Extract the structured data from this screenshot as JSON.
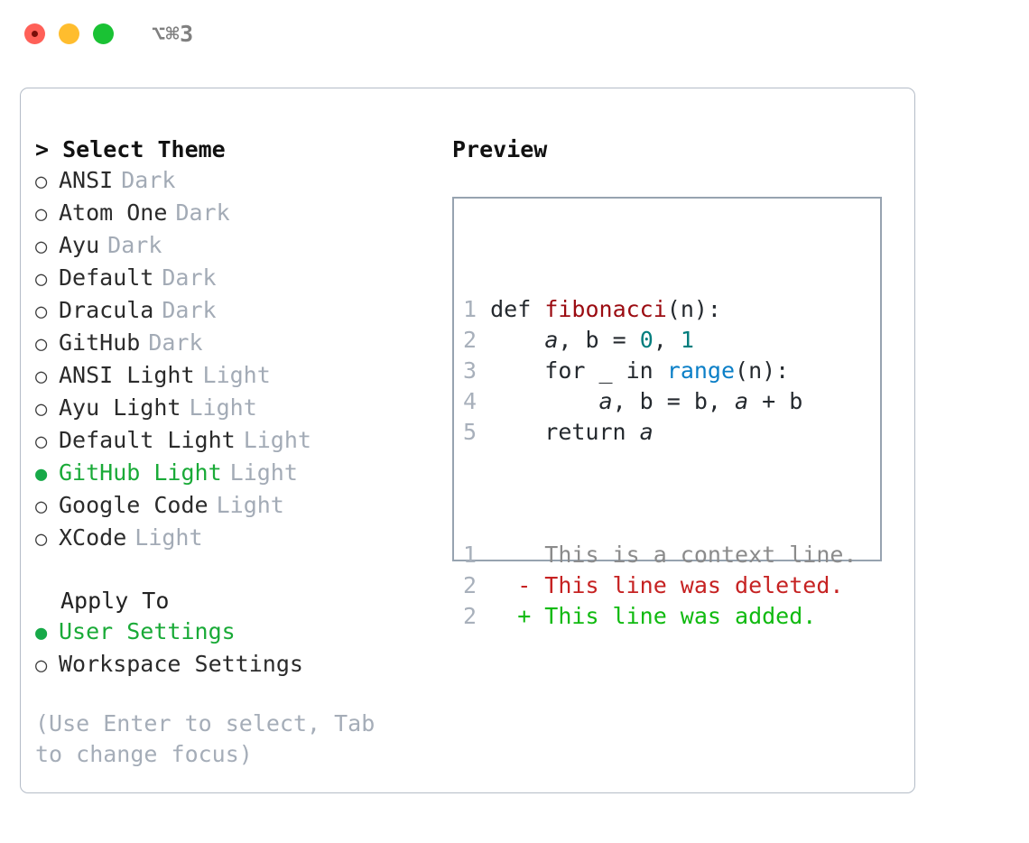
{
  "window": {
    "shortcut_label": "⌥⌘3",
    "traffic_lights": [
      "close-button",
      "minimize-button",
      "zoom-button"
    ]
  },
  "theme_picker": {
    "title": "> Select Theme",
    "items": [
      {
        "marker": "○",
        "name": "ANSI",
        "tag": "Dark",
        "selected": false
      },
      {
        "marker": "○",
        "name": "Atom One",
        "tag": "Dark",
        "selected": false
      },
      {
        "marker": "○",
        "name": "Ayu",
        "tag": "Dark",
        "selected": false
      },
      {
        "marker": "○",
        "name": "Default",
        "tag": "Dark",
        "selected": false
      },
      {
        "marker": "○",
        "name": "Dracula",
        "tag": "Dark",
        "selected": false
      },
      {
        "marker": "○",
        "name": "GitHub",
        "tag": "Dark",
        "selected": false
      },
      {
        "marker": "○",
        "name": "ANSI Light",
        "tag": "Light",
        "selected": false
      },
      {
        "marker": "○",
        "name": "Ayu Light",
        "tag": "Light",
        "selected": false
      },
      {
        "marker": "○",
        "name": "Default Light",
        "tag": "Light",
        "selected": false
      },
      {
        "marker": "●",
        "name": "GitHub Light",
        "tag": "Light",
        "selected": true
      },
      {
        "marker": "○",
        "name": "Google Code",
        "tag": "Light",
        "selected": false
      },
      {
        "marker": "○",
        "name": "XCode",
        "tag": "Light",
        "selected": false
      }
    ]
  },
  "apply_to": {
    "title": "Apply To",
    "items": [
      {
        "marker": "●",
        "name": "User Settings",
        "tag": "",
        "selected": true
      },
      {
        "marker": "○",
        "name": "Workspace Settings",
        "tag": "",
        "selected": false
      }
    ]
  },
  "hint": "(Use Enter to select, Tab to change focus)",
  "preview": {
    "title": "Preview",
    "code_lines": [
      {
        "num": "1",
        "tokens": [
          {
            "t": "def ",
            "c": "plain"
          },
          {
            "t": "fibonacci",
            "c": "fn"
          },
          {
            "t": "(n):",
            "c": "plain"
          }
        ]
      },
      {
        "num": "2",
        "tokens": [
          {
            "t": "    ",
            "c": "plain"
          },
          {
            "t": "a",
            "c": "var"
          },
          {
            "t": ", b = ",
            "c": "plain"
          },
          {
            "t": "0",
            "c": "num"
          },
          {
            "t": ", ",
            "c": "plain"
          },
          {
            "t": "1",
            "c": "num"
          }
        ]
      },
      {
        "num": "3",
        "tokens": [
          {
            "t": "    for _ in ",
            "c": "plain"
          },
          {
            "t": "range",
            "c": "builtin"
          },
          {
            "t": "(n):",
            "c": "plain"
          }
        ]
      },
      {
        "num": "4",
        "tokens": [
          {
            "t": "        ",
            "c": "plain"
          },
          {
            "t": "a",
            "c": "var"
          },
          {
            "t": ", b = b, ",
            "c": "plain"
          },
          {
            "t": "a",
            "c": "var"
          },
          {
            "t": " + b",
            "c": "plain"
          }
        ]
      },
      {
        "num": "5",
        "tokens": [
          {
            "t": "    return ",
            "c": "plain"
          },
          {
            "t": "a",
            "c": "var"
          }
        ]
      }
    ],
    "diff_lines": [
      {
        "num": "1",
        "sign": " ",
        "text": " This is a context line.",
        "kind": "ctx"
      },
      {
        "num": "2",
        "sign": "-",
        "text": " This line was deleted.",
        "kind": "del"
      },
      {
        "num": "2",
        "sign": "+",
        "text": " This line was added.",
        "kind": "add"
      }
    ]
  },
  "colors": {
    "accent_green": "#19aa37",
    "muted": "#a3abb6",
    "diff_add": "#10ba10",
    "diff_del": "#c62222",
    "token_function": "#9b0b11",
    "token_number": "#007d7d",
    "token_builtin": "#0b7fc7"
  }
}
